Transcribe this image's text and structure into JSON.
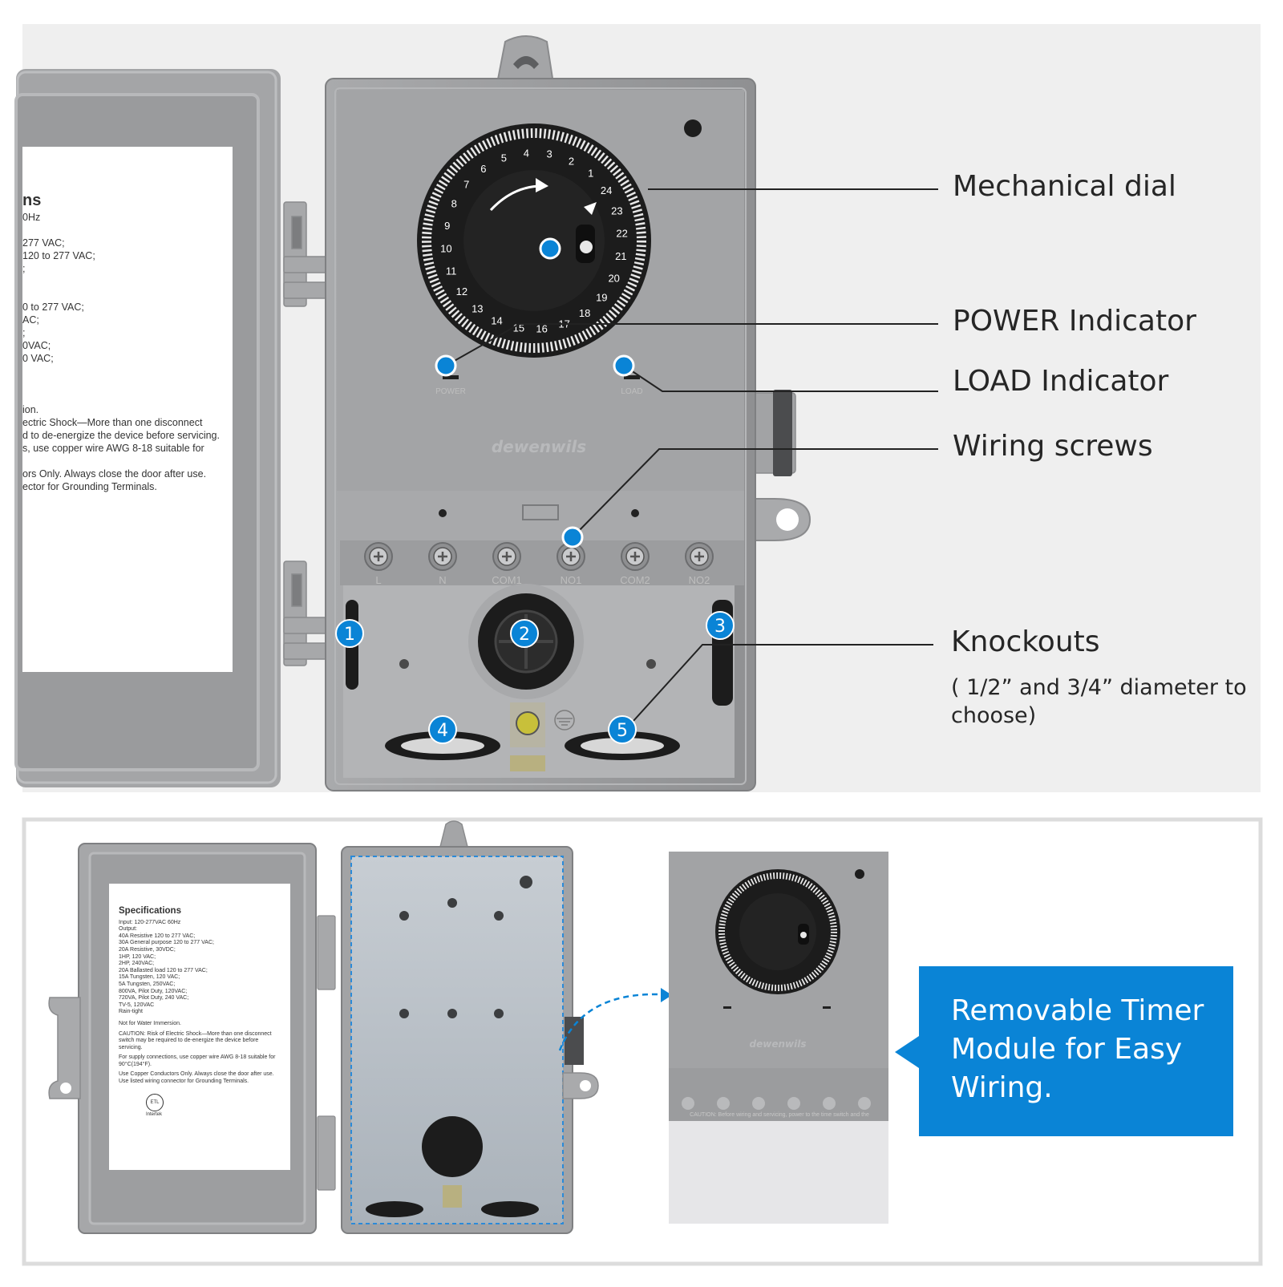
{
  "callouts": {
    "mechanical_dial": "Mechanical dial",
    "power_indicator": "POWER Indicator",
    "load_indicator": "LOAD Indicator",
    "wiring_screws": "Wiring screws",
    "knockouts": "Knockouts",
    "knockouts_note": "( 1/2” and 3/4” diameter to choose)"
  },
  "knockout_markers": [
    "1",
    "2",
    "3",
    "4",
    "5"
  ],
  "panel_labels": {
    "power": "POWER",
    "load": "LOAD",
    "brand": "dewenwils"
  },
  "terminals": [
    "L",
    "N",
    "COM1",
    "NO1",
    "COM2",
    "NO2"
  ],
  "dial_numbers": [
    "5",
    "4",
    "3",
    "2",
    "1",
    "24",
    "23",
    "22",
    "21",
    "20",
    "19",
    "18",
    "17",
    "16",
    "15",
    "14",
    "13",
    "12",
    "11",
    "10",
    "9",
    "8",
    "7",
    "6"
  ],
  "door_sheet_fragment": [
    "ns",
    "0Hz",
    "",
    "277 VAC;",
    "120 to 277 VAC;",
    ";",
    "",
    "",
    "0 to 277 VAC;",
    "AC;",
    ";",
    "0VAC;",
    "0 VAC;",
    "",
    "",
    "",
    "ion.",
    "ectric Shock—More than one disconnect",
    "d to de-energize the device before servicing.",
    "s, use copper wire AWG 8-18 suitable for",
    "",
    "ors Only. Always close the door after use.",
    "ector for Grounding Terminals."
  ],
  "spec_sheet": {
    "title": "Specifications",
    "lines": [
      "Input: 120-277VAC 60Hz",
      "Output:",
      "40A Resistive 120 to 277 VAC;",
      "30A General purpose 120 to 277 VAC;",
      "20A Resistive, 30VDC;",
      "1HP, 120 VAC;",
      "2HP, 240VAC;",
      "20A Ballasted load 120 to 277 VAC;",
      "15A Tungsten, 120 VAC;",
      "5A Tungsten, 250VAC;",
      "800VA, Pilot Duty, 120VAC;",
      "720VA, Pilot Duty, 240 VAC;",
      "TV-5, 120VAC",
      "Rain-tight"
    ],
    "notes": [
      "Not for Water Immersion.",
      "CAUTION: Risk of Electric Shock—More than one disconnect switch may be required to de-energize the device before servicing.",
      "For supply connections, use copper wire AWG 8-18 suitable for 90°C(194°F).",
      "Use Copper Conductors Only. Always close the door after use. Use listed wiring connector for Grounding Terminals."
    ],
    "cert_mark": "Intertek"
  },
  "module_caution": "CAUTION: Before wiring and servicing, power to the time switch and the",
  "promo_callout": "Removable Timer Module for Easy Wiring.",
  "colors": {
    "accent_blue": "#0a84d6",
    "enclosure_gray": "#9b9c9e",
    "panel_bg": "#efefef",
    "dial_black": "#1c1c1c"
  }
}
